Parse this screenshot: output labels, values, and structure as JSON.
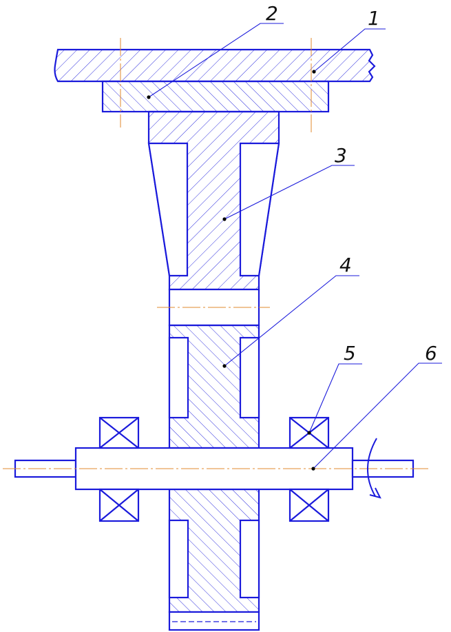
{
  "labels": {
    "callout_1": "1",
    "callout_2": "2",
    "callout_3": "3",
    "callout_4": "4",
    "callout_5": "5",
    "callout_6": "6"
  },
  "colors": {
    "outline": "#1a1adb",
    "axis_line": "#e08a2c",
    "hatch": "#1a1adb",
    "text": "#111111"
  }
}
